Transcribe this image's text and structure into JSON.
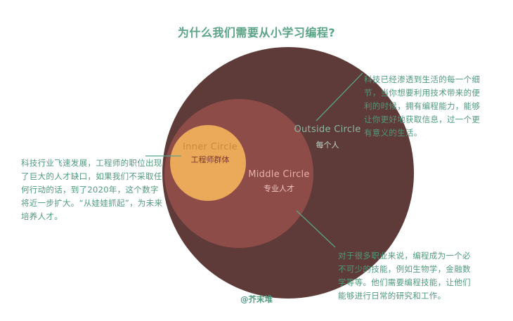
{
  "title": "为什么我们需要从小学习编程?",
  "colors": {
    "accent": "#5aa386",
    "outside_circle": "#5e3a38",
    "middle_circle": "#8e4c49",
    "inner_circle": "#eba95a"
  },
  "circles": {
    "inner": {
      "title": "Inner Circle",
      "subtitle": "工程师群体"
    },
    "middle": {
      "title": "Middle Circle",
      "subtitle": "专业人才"
    },
    "outside": {
      "title": "Outside Circle",
      "subtitle": "每个人"
    }
  },
  "notes": {
    "outside": "科技已经渗透到生活的每一个细节，当你想要利用技术带来的便利的时候，拥有编程能力，能够让你更好地获取信息，过一个更有意义的生活。",
    "inner": "科技行业飞速发展，工程师的职位出现了巨大的人才缺口，如果我们不采取任何行动的话，到了2020年，这个数字将近一步扩大。“从娃娃抓起”，为未来培养人才。",
    "middle": "对于很多职业来说，编程成为一个必不可少的技能，例如生物学，金融数学等等。他们需要编程技能，让他们能够进行日常的研究和工作。"
  },
  "credit": "@芥末堆"
}
